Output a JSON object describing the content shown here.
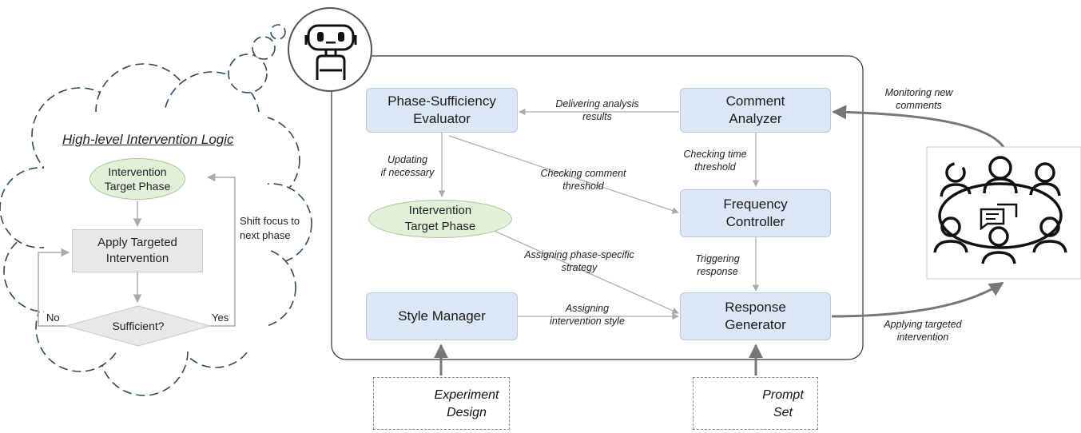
{
  "cloud": {
    "title": "High-level Intervention Logic",
    "target_phase": [
      "Intervention",
      "Target Phase"
    ],
    "apply": [
      "Apply Targeted",
      "Intervention"
    ],
    "sufficient": "Sufficient?",
    "no": "No",
    "yes": "Yes",
    "shift": [
      "Shift focus to",
      "next phase"
    ]
  },
  "nodes": {
    "phase_sufficiency": [
      "Phase-Sufficiency",
      "Evaluator"
    ],
    "comment_analyzer": [
      "Comment",
      "Analyzer"
    ],
    "target_phase": [
      "Intervention",
      "Target Phase"
    ],
    "frequency_controller": [
      "Frequency",
      "Controller"
    ],
    "style_manager": "Style Manager",
    "response_generator": [
      "Response",
      "Generator"
    ]
  },
  "edges": {
    "delivering": [
      "Delivering analysis",
      "results"
    ],
    "updating": [
      "Updating",
      "if necessary"
    ],
    "checking_comment": [
      "Checking comment",
      "threshold"
    ],
    "checking_time": [
      "Checking time",
      "threshold"
    ],
    "assigning_phase": [
      "Assigning phase-specific",
      "strategy"
    ],
    "triggering": [
      "Triggering",
      "response"
    ],
    "assigning_style": [
      "Assigning",
      "intervention style"
    ],
    "monitoring": [
      "Monitoring new",
      "comments"
    ],
    "applying": [
      "Applying targeted",
      "intervention"
    ]
  },
  "inputs": {
    "experiment_design": [
      "Experiment",
      "Design"
    ],
    "prompt_set": [
      "Prompt",
      "Set"
    ]
  },
  "icons": [
    "robot-icon",
    "meeting-table-icon",
    "experiment-design-icon",
    "prompt-set-icon"
  ]
}
